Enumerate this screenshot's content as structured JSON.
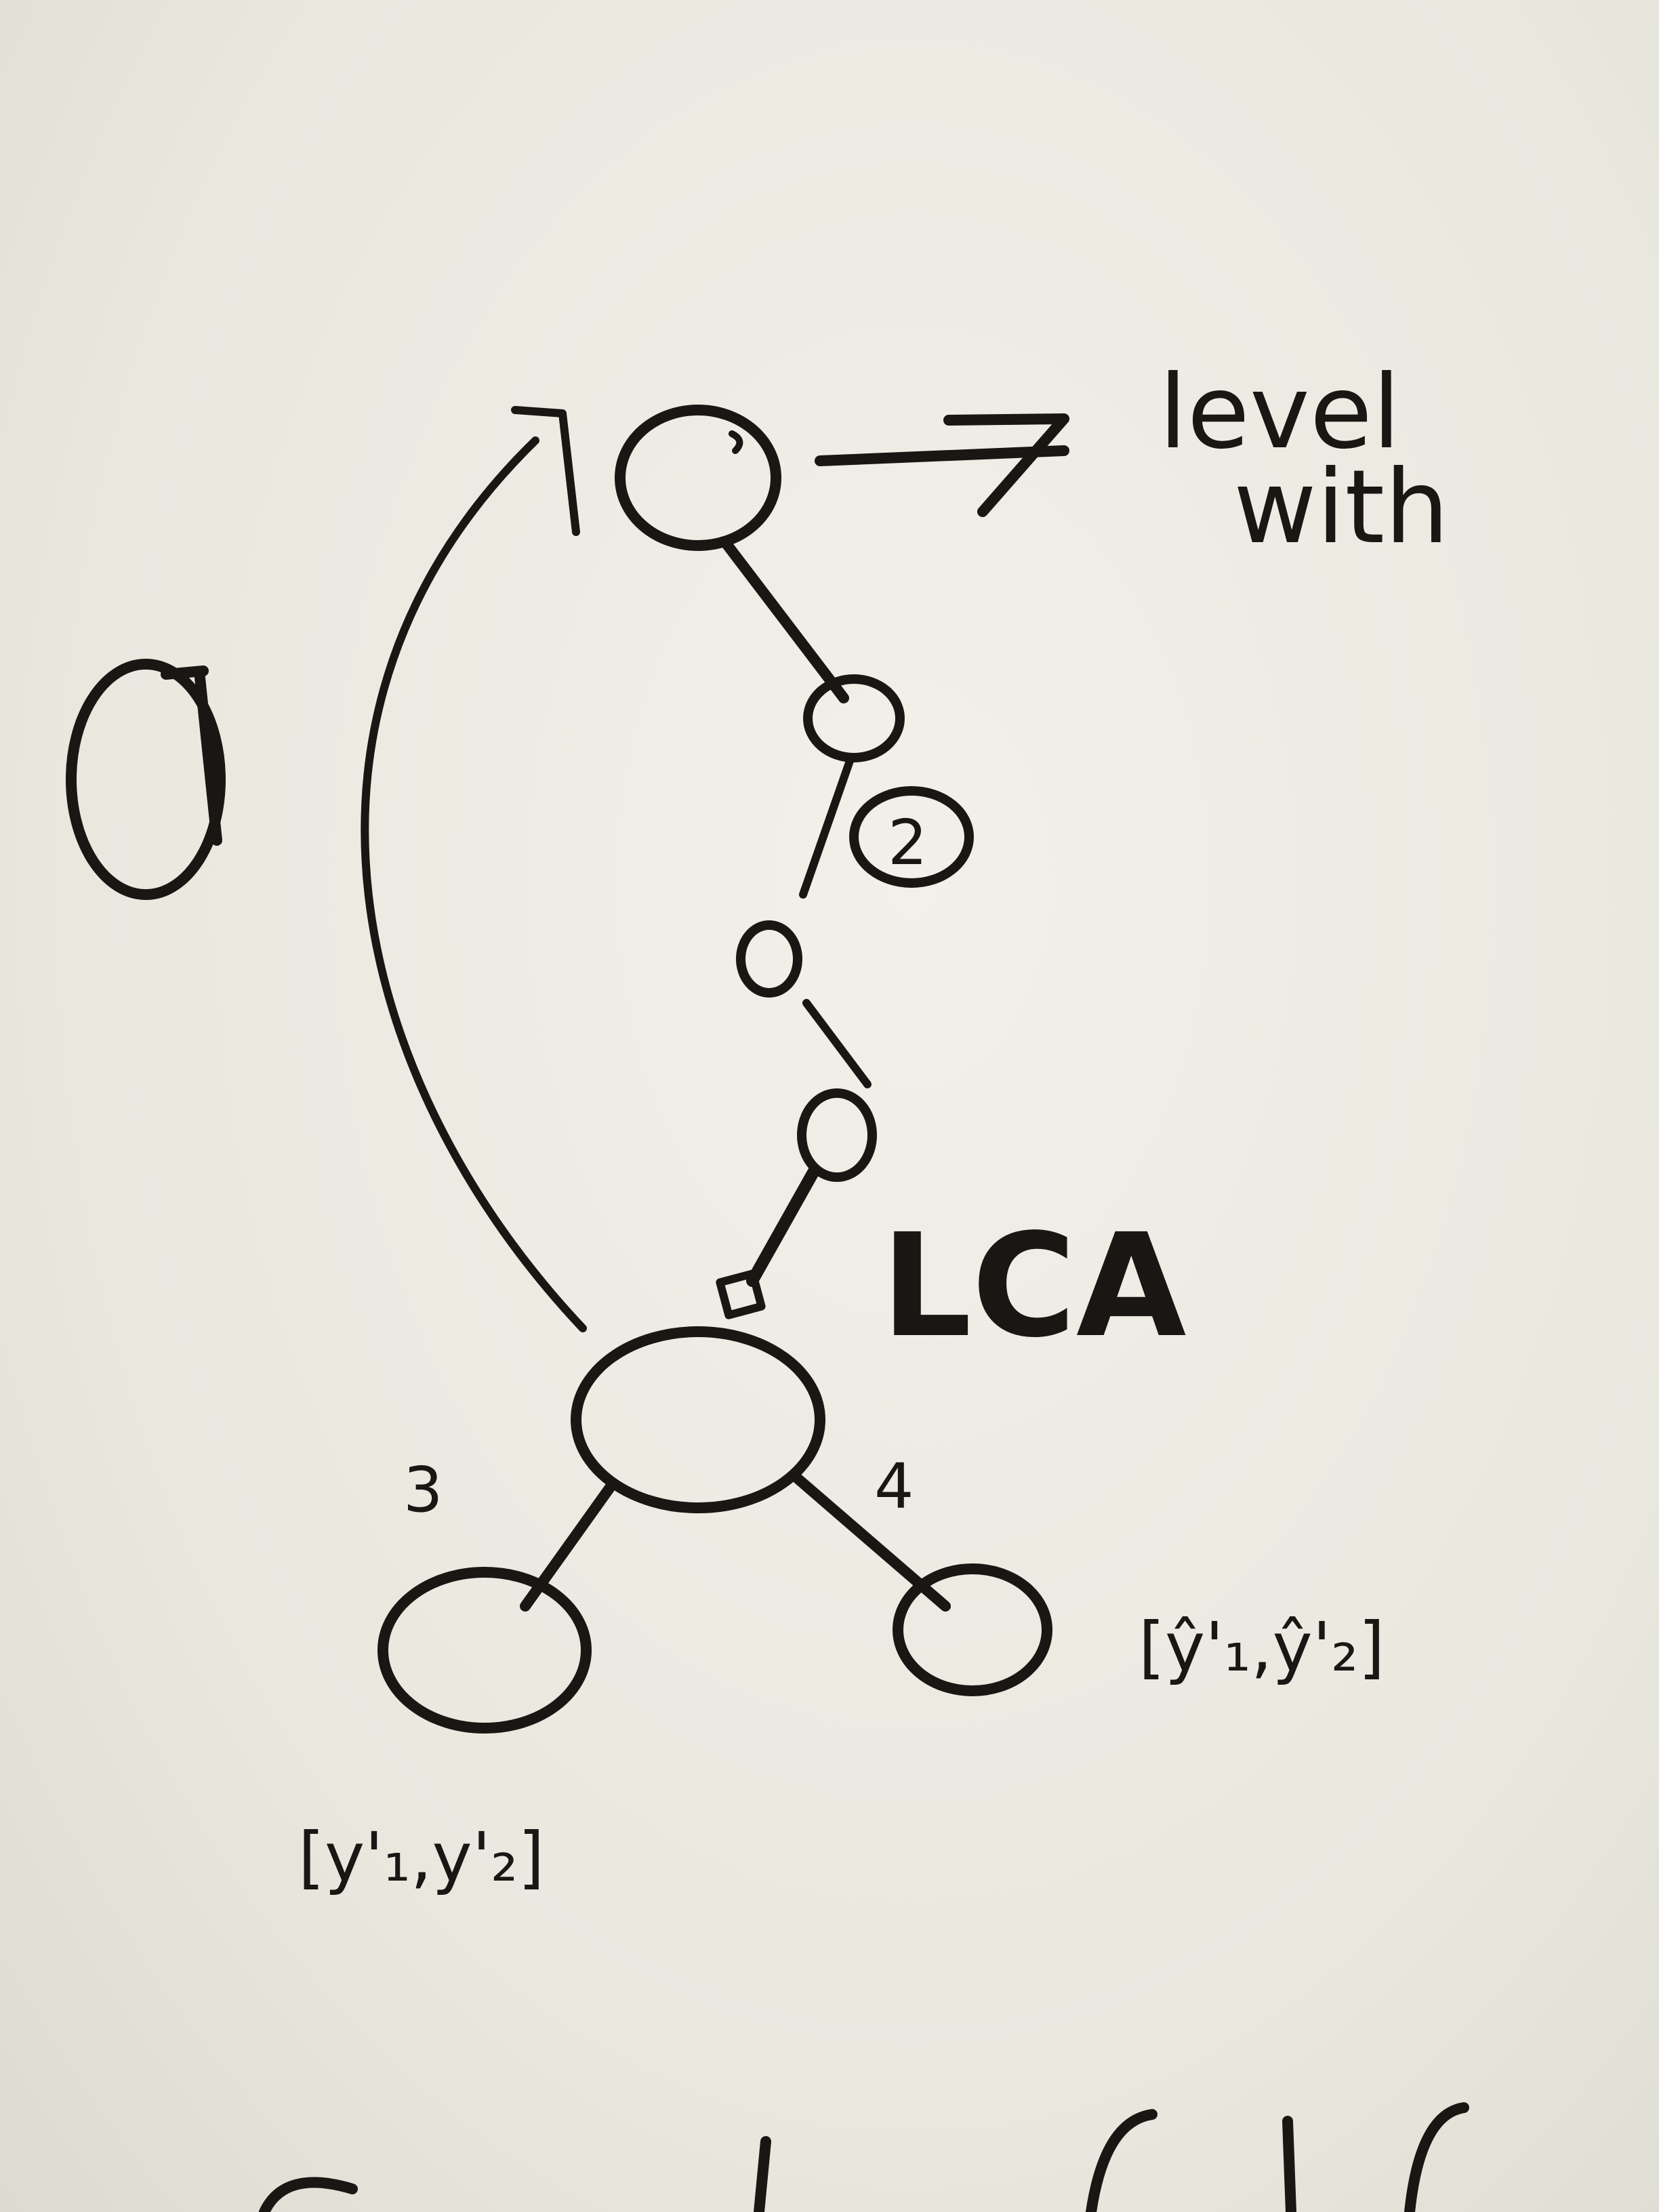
{
  "diagram": {
    "ink_color": "#1a1614",
    "paper_color": "#ecebe3",
    "labels": {
      "lca": "LCA",
      "level_with_line1": "level",
      "level_with_line2": "with",
      "edge_left": "3",
      "edge_right": "4",
      "node_badge": "2",
      "left_leaf_values": "[y'₁,y'₂]",
      "right_leaf_values": "[ŷ'₁,ŷ'₂]",
      "isolated_node_mark": "1"
    }
  }
}
